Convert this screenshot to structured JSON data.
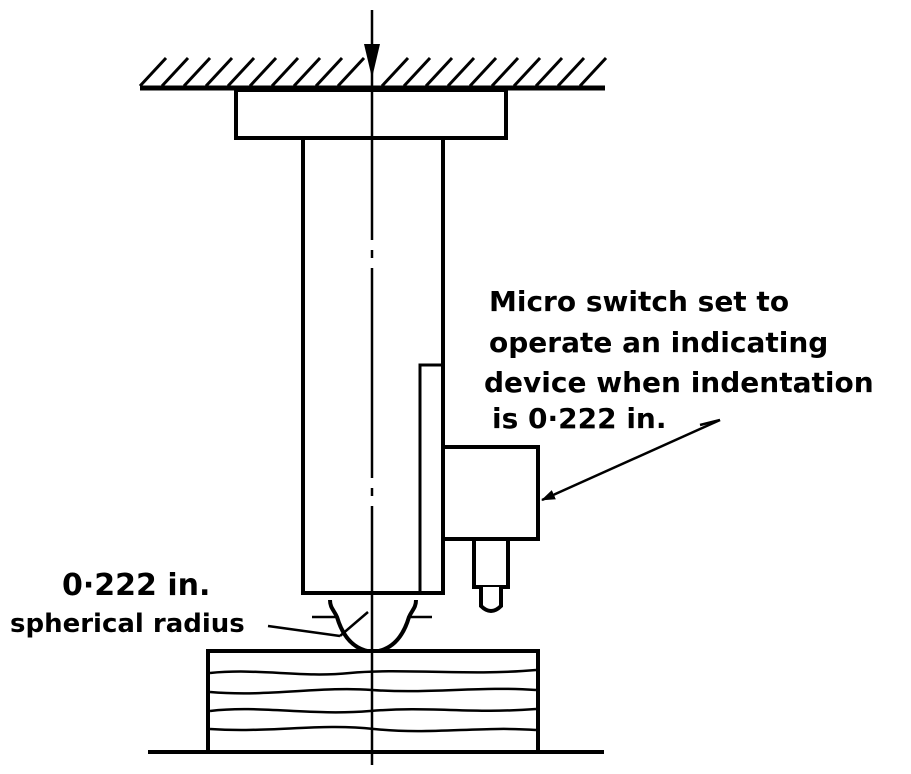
{
  "annotations": {
    "switch_label": {
      "lines": [
        "Micro switch set to",
        "operate an indicating",
        "device when indentation",
        "is 0·222 in."
      ]
    },
    "radius_label": {
      "lines": [
        "0·222 in.",
        "spherical radius"
      ]
    }
  },
  "colors": {
    "ink": "#000000",
    "paper": "#ffffff"
  }
}
